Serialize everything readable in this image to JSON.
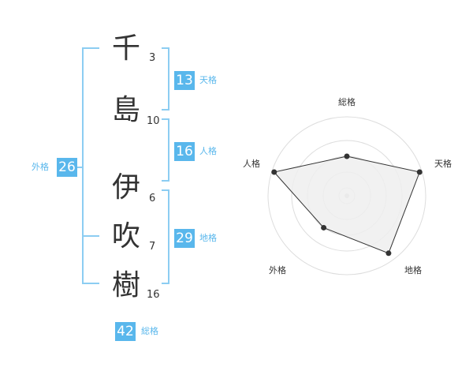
{
  "name": {
    "chars": [
      {
        "kanji": "千",
        "strokes": "3"
      },
      {
        "kanji": "島",
        "strokes": "10"
      },
      {
        "kanji": "伊",
        "strokes": "6"
      },
      {
        "kanji": "吹",
        "strokes": "7"
      },
      {
        "kanji": "樹",
        "strokes": "16"
      }
    ]
  },
  "kaku": {
    "tenkaku": {
      "label": "天格",
      "value": "13"
    },
    "jinkaku": {
      "label": "人格",
      "value": "16"
    },
    "chikaku": {
      "label": "地格",
      "value": "29"
    },
    "gaikaku": {
      "label": "外格",
      "value": "26"
    },
    "soukaku": {
      "label": "総格",
      "value": "42"
    }
  },
  "radar": {
    "axes": [
      "総格",
      "天格",
      "地格",
      "外格",
      "人格"
    ],
    "values": [
      0.5,
      0.97,
      0.9,
      0.5,
      0.97
    ],
    "colors": {
      "fill": "#eeeeee",
      "stroke": "#333333",
      "ring": "#dddddd",
      "point": "#333333"
    }
  }
}
